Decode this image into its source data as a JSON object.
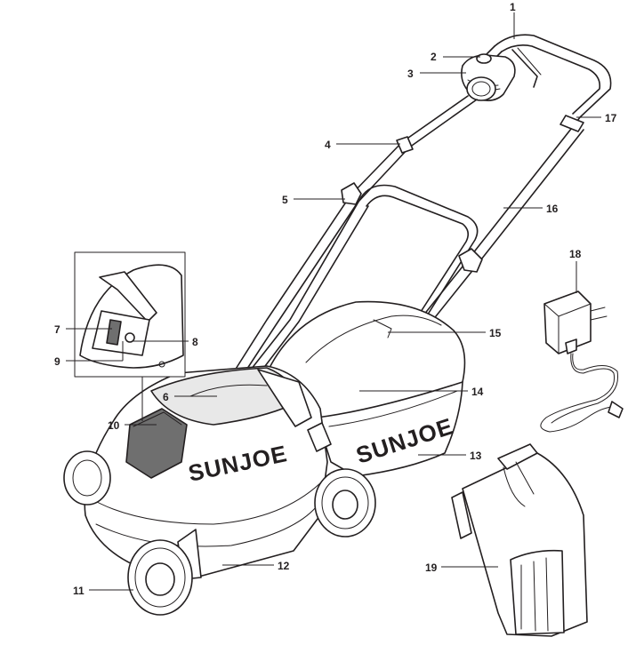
{
  "brand_text": "SUNJOE",
  "colors": {
    "ink": "#231f20",
    "background": "#ffffff",
    "shade": "#e8e8e8"
  },
  "callouts": [
    "1",
    "2",
    "3",
    "4",
    "5",
    "6",
    "7",
    "8",
    "9",
    "10",
    "11",
    "12",
    "13",
    "14",
    "15",
    "16",
    "17",
    "18",
    "19"
  ]
}
